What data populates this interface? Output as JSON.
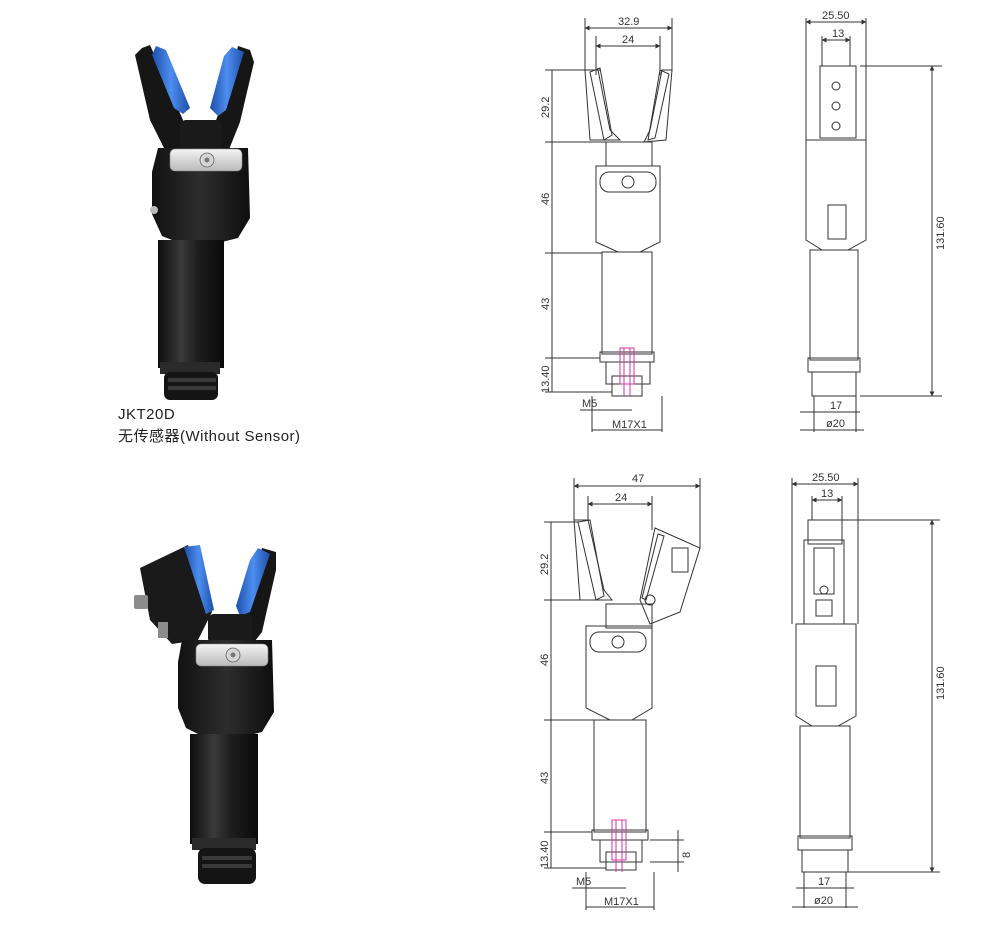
{
  "product": {
    "model": "JKT20D",
    "variant": "无传感器(Without Sensor)"
  },
  "drawing_top": {
    "front": {
      "width_outer": "32.9",
      "width_inner": "24",
      "height_jaw": "29.2",
      "height_body": "46",
      "height_tube": "43",
      "height_thread": "13.40",
      "thread_small": "M5",
      "thread_main": "M17X1"
    },
    "side": {
      "width_outer": "25.50",
      "width_inner": "13",
      "total_height": "131.60",
      "tube_width": "17",
      "diameter": "ø20"
    }
  },
  "drawing_bottom": {
    "front": {
      "width_outer": "47",
      "width_inner": "24",
      "height_jaw": "29.2",
      "height_body": "46",
      "height_tube": "43",
      "height_thread": "13.40",
      "thread_offset": "8",
      "thread_small": "M5",
      "thread_main": "M17X1"
    },
    "side": {
      "width_outer": "25.50",
      "width_inner": "13",
      "total_height": "131.60",
      "tube_width": "17",
      "diameter": "ø20"
    }
  },
  "colors": {
    "body": "#1c1c1c",
    "pad": "#2f6fd0",
    "line": "#333333",
    "sensor_pin": "#d633a8"
  }
}
